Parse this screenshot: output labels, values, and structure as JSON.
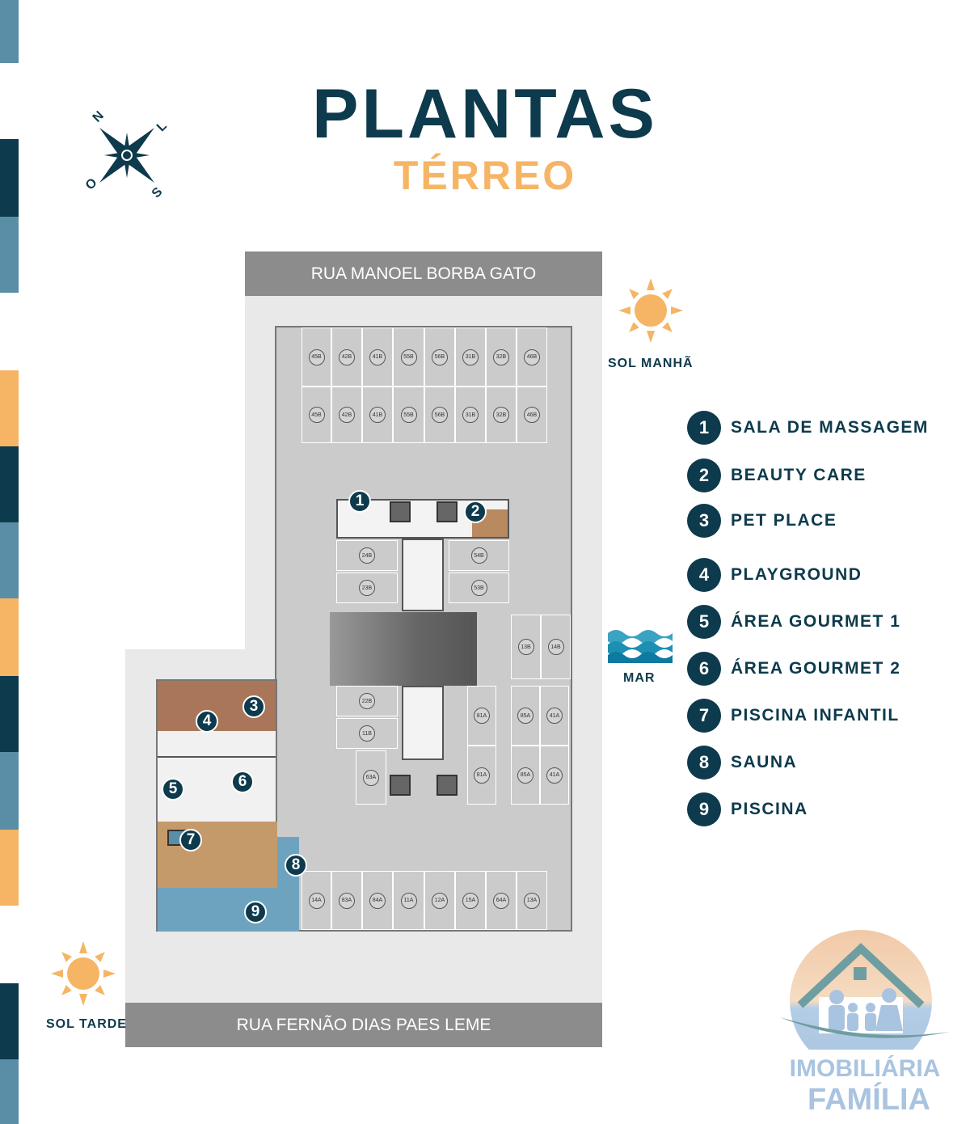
{
  "header": {
    "title": "PLANTAS",
    "subtitle": "TÉRREO"
  },
  "compass": {
    "n": "N",
    "l": "L",
    "s": "S",
    "o": "O"
  },
  "streets": {
    "top": "RUA MANOEL BORBA GATO",
    "bottom": "RUA FERNÃO DIAS PAES LEME"
  },
  "indicators": {
    "sun_morning": "SOL MANHÃ",
    "sun_afternoon": "SOL TARDE",
    "sea": "MAR"
  },
  "parking": {
    "top_row": [
      "45B",
      "42B",
      "41B",
      "55B",
      "56B",
      "31B",
      "32B",
      "46B"
    ],
    "second_row": [
      "45B",
      "42B",
      "41B",
      "55B",
      "56B",
      "31B",
      "32B",
      "46B"
    ],
    "core_left": [
      "24B",
      "23B"
    ],
    "core_right": [
      "54B",
      "53B"
    ],
    "ramp_side": [
      "13B",
      "14B"
    ],
    "lower_left": [
      "22B",
      "11B"
    ],
    "lower_center": [
      "63A"
    ],
    "lower_right_top": [
      "81A",
      "85A",
      "41A"
    ],
    "lower_right_bottom": [
      "81A",
      "85A",
      "41A"
    ],
    "bottom_row": [
      "14A",
      "83A",
      "84A",
      "11A",
      "12A",
      "15A",
      "64A",
      "13A"
    ]
  },
  "legend": [
    {
      "n": "1",
      "label": "SALA DE MASSAGEM"
    },
    {
      "n": "2",
      "label": "BEAUTY CARE"
    },
    {
      "n": "3",
      "label": "PET PLACE"
    },
    {
      "n": "4",
      "label": "PLAYGROUND"
    },
    {
      "n": "5",
      "label": "ÁREA GOURMET 1"
    },
    {
      "n": "6",
      "label": "ÁREA GOURMET 2"
    },
    {
      "n": "7",
      "label": "PISCINA INFANTIL"
    },
    {
      "n": "8",
      "label": "SAUNA"
    },
    {
      "n": "9",
      "label": "PISCINA"
    }
  ],
  "logo": {
    "line1": "IMOBILIÁRIA",
    "line2": "FAMÍLIA"
  },
  "colors": {
    "navy": "#0d3a4c",
    "steel": "#5a8ea6",
    "orange": "#f5b565"
  }
}
